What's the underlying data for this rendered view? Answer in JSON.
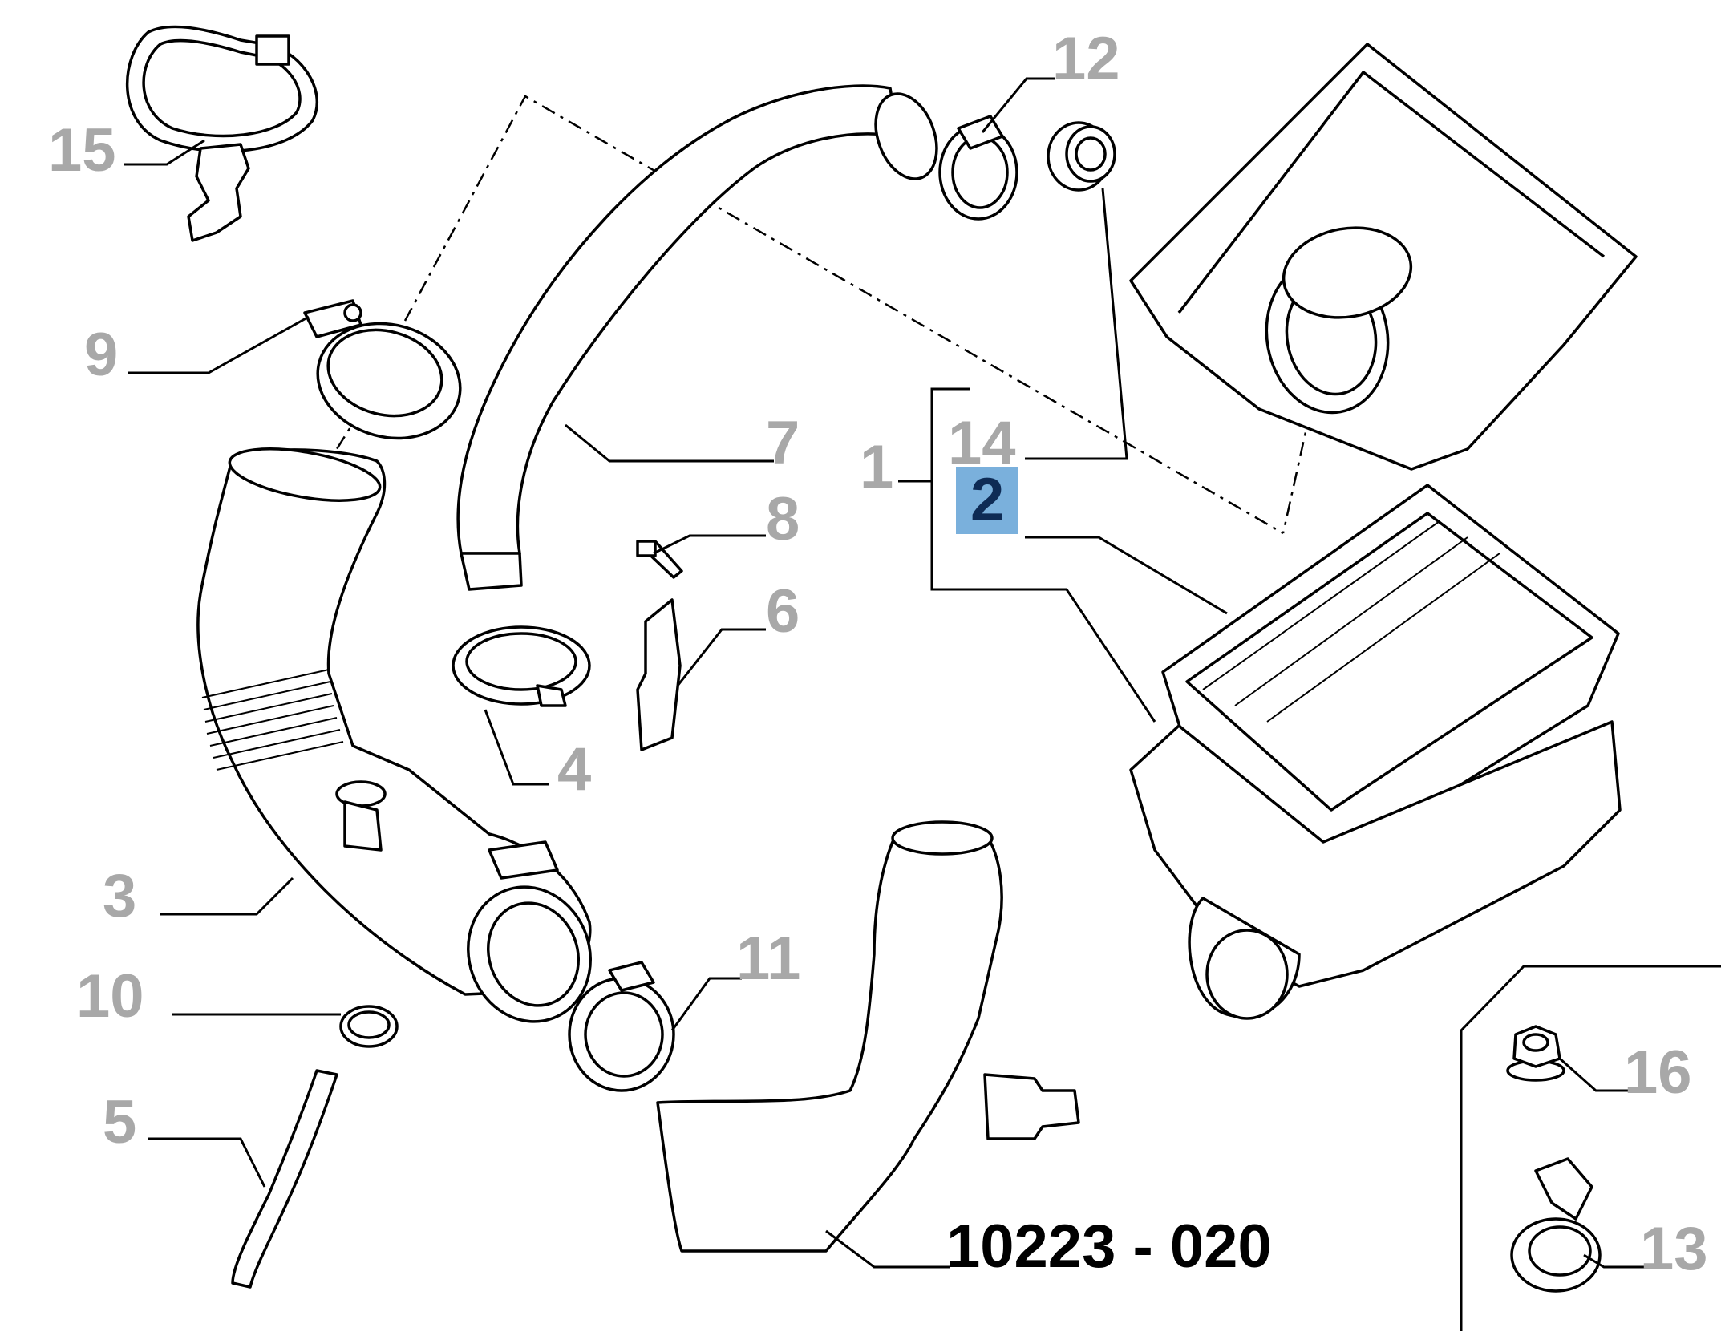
{
  "diagram": {
    "reference_code": "10223 - 020",
    "callouts": [
      {
        "id": "15",
        "label": "15"
      },
      {
        "id": "9",
        "label": "9"
      },
      {
        "id": "12",
        "label": "12"
      },
      {
        "id": "7",
        "label": "7"
      },
      {
        "id": "1",
        "label": "1"
      },
      {
        "id": "14",
        "label": "14"
      },
      {
        "id": "2",
        "label": "2"
      },
      {
        "id": "8",
        "label": "8"
      },
      {
        "id": "6",
        "label": "6"
      },
      {
        "id": "4",
        "label": "4"
      },
      {
        "id": "3",
        "label": "3"
      },
      {
        "id": "10",
        "label": "10"
      },
      {
        "id": "11",
        "label": "11"
      },
      {
        "id": "5",
        "label": "5"
      },
      {
        "id": "16",
        "label": "16"
      },
      {
        "id": "13",
        "label": "13"
      }
    ],
    "highlighted_callout": "2",
    "colors": {
      "callout_text": "#a8a8a8",
      "highlight_fill": "#7ab0dc",
      "highlight_text": "#0e2b55",
      "line": "#000000"
    }
  }
}
